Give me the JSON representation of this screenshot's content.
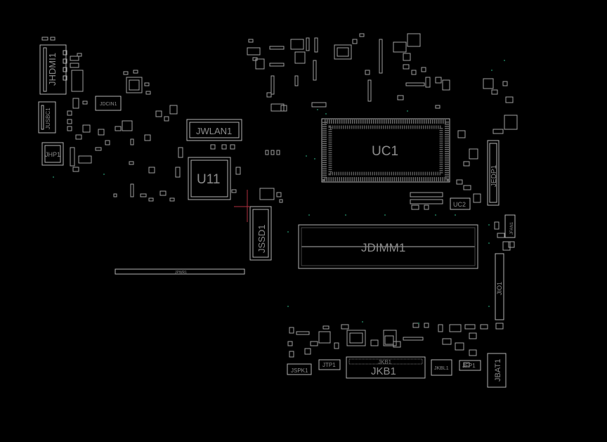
{
  "labels": {
    "jhdmi1": "JHDMI1",
    "jusbc1": "JUSBC1",
    "jhp1": "JHP1",
    "jdcin1": "JDCIN1",
    "jwlan1": "JWLAN1",
    "u11": "U11",
    "uc1": "UC1",
    "uc2": "UC2",
    "jedp1": "JEDP1",
    "jssd1": "JSSD1",
    "jdimm1": "JDIMM1",
    "jio1": "JIO1",
    "jkb1": "JKB1",
    "jkb1_small": "JKB1",
    "jtp1": "JTP1",
    "jspk1": "JSPK1",
    "jkbl1": "JKBL1",
    "jfp1": "JFP1",
    "jbat1": "JBAT1",
    "jpwr1": "JPWR1",
    "jfan1": "JFAN1"
  },
  "colors": {
    "background": "#000000",
    "outline": "#b4b4b4",
    "label": "#8c8c8c",
    "dot": "#1f7a5a",
    "marker": "#b03040"
  }
}
